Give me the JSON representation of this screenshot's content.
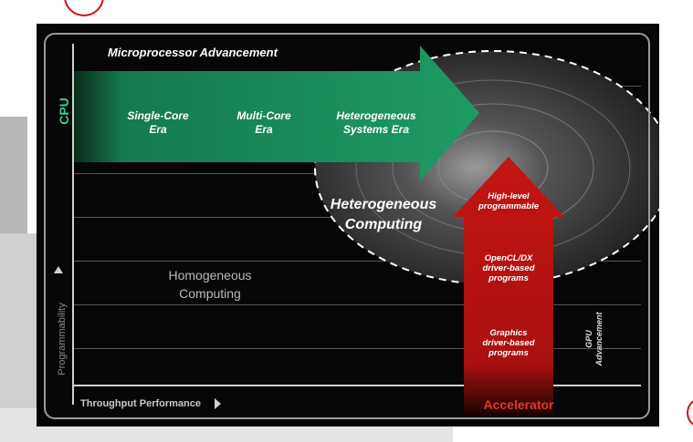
{
  "diagram": {
    "title": "Microprocessor Advancement",
    "y_axis_top_label": "CPU",
    "y_axis_label": "Programmability",
    "x_axis_label": "Throughput Performance",
    "cpu_eras": [
      {
        "line1": "Single-Core",
        "line2": "Era"
      },
      {
        "line1": "Multi-Core",
        "line2": "Era"
      },
      {
        "line1": "Heterogeneous",
        "line2": "Systems Era"
      }
    ],
    "hetero_line1": "Heterogeneous",
    "hetero_line2": "Computing",
    "homo_line1": "Homogeneous",
    "homo_line2": "Computing",
    "gpu_stages": [
      {
        "line1": "High-level",
        "line2": "programmable",
        "line3": ""
      },
      {
        "line1": "OpenCL/DX",
        "line2": "driver-based",
        "line3": "programs"
      },
      {
        "line1": "Graphics",
        "line2": "driver-based",
        "line3": "programs"
      }
    ],
    "gpu_label_line1": "GPU",
    "gpu_label_line2": "Advancement",
    "accelerator_label": "Accelerator"
  },
  "colors": {
    "cpu_green": "#1f9a64",
    "gpu_red": "#c41512",
    "accelerator_text": "#e23a28"
  }
}
